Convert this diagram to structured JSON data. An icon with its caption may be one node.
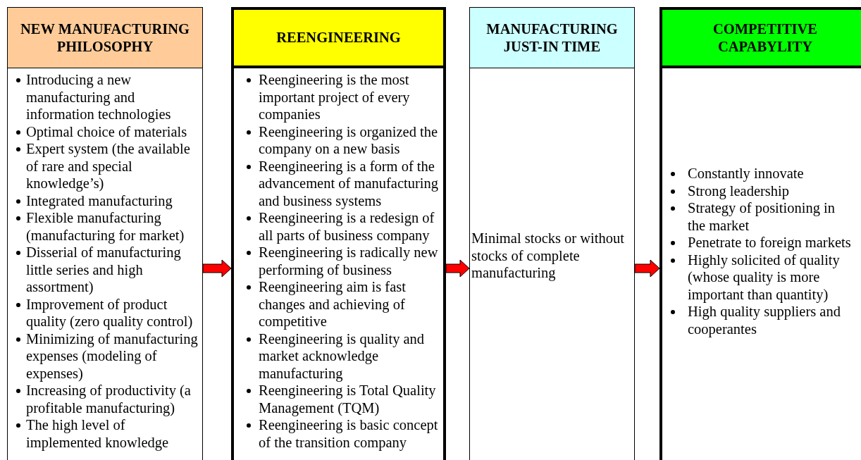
{
  "diagram": {
    "nodes": [
      {
        "text": [
          "NEW MANUFACTURING PHILOSOPHY",
          "Introducing a new manufacturing and information technologies",
          "Optimal choice of materials",
          "Expert system (the available of rare and special knowledge’s)",
          "Integrated manufacturing",
          "Flexible manufacturing (manufacturing for market)",
          "Disserial of manufacturing little series and high assortment)",
          "Improvement of product quality (zero quality control)",
          "Minimizing of manufacturing expenses (modeling of expenses)",
          "Increasing of productivity (a profitable manufacturing)",
          "The high level of implemented knowledge"
        ]
      },
      {
        "text": [
          "REENGINEERING",
          "Reengineering is the most important project of every companies",
          "Reengineering is organized the company on a new basis",
          "Reengineering is a form of the advancement of manufacturing and business systems",
          "Reengineering is a redesign of all parts of business company",
          "Reengineering is radically new performing of business",
          "Reengineering aim is fast changes and achieving of competitive",
          "Reengineering is quality and market acknowledge manufacturing",
          "Reengineering is Total Quality Management (TQM)",
          "Reengineering is basic concept of the transition company"
        ]
      },
      {
        "text": [
          "MANUFACTURING JUST-IN TIME",
          "Minimal stocks or without stocks of complete manufacturing"
        ]
      },
      {
        "text": [
          "COMPETITIVE CAPABYLITY",
          "Constantly innovate",
          "Strong leadership",
          "Strategy of positioning in the market",
          "Penetrate to foreign markets",
          "Highly solicited of quality (whose quality is more important than quantity)",
          "High quality suppliers and cooperantes"
        ]
      }
    ],
    "edges": [
      {
        "from": 0,
        "to": 1,
        "arrow": "to"
      },
      {
        "from": 1,
        "to": 2,
        "arrow": "to"
      },
      {
        "from": 2,
        "to": 3,
        "arrow": "to"
      }
    ]
  }
}
